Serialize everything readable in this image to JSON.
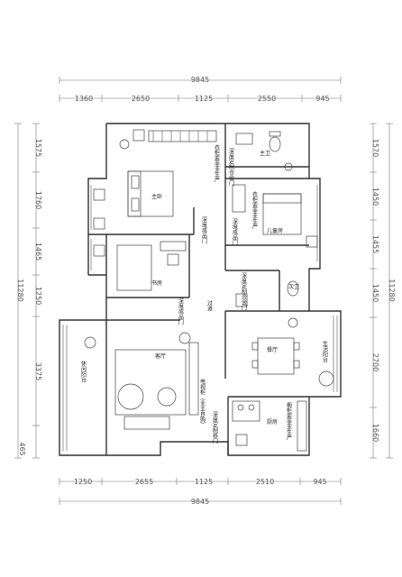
{
  "dimensions": {
    "top_total": "9845",
    "top_segments": [
      "1360",
      "2650",
      "1125",
      "2550",
      "945"
    ],
    "bottom_total": "9845",
    "bottom_segments": [
      "1250",
      "2655",
      "1125",
      "2510",
      "945"
    ],
    "left_total": "11280",
    "left_segments": [
      "1575",
      "1760",
      "1465",
      "1250",
      "3375",
      "465"
    ],
    "right_total": "11280",
    "right_segments": [
      "1570",
      "1450",
      "1455",
      "1450",
      "2700",
      "1660"
    ]
  },
  "rooms": {
    "master_bedroom": "主卧",
    "master_bath": "主卫",
    "child_room": "儿童房",
    "study": "书房",
    "guest_bath": "次卫",
    "corridor": "过道",
    "living_room": "客厅",
    "dining_room": "餐厅",
    "kitchen": "厨房",
    "leisure_balcony": "休闲阳台",
    "utility_balcony": "生活阳台"
  },
  "notes": {
    "wardrobe_master": "衣柜索菲亚生产",
    "door_master_bath": "深度定制合金门",
    "wardrobe_child": "衣柜索菲亚生产",
    "door_master": "深度成品门",
    "door_child": "深度成品门",
    "door_guest_bath": "深度定制合金门",
    "door_study": "深度成品门",
    "tv_cabinet": "电视柜（业主自购）",
    "door_kitchen": "深度定制移门",
    "cabinet_kitchen": "橱柜索菲亚生产"
  }
}
